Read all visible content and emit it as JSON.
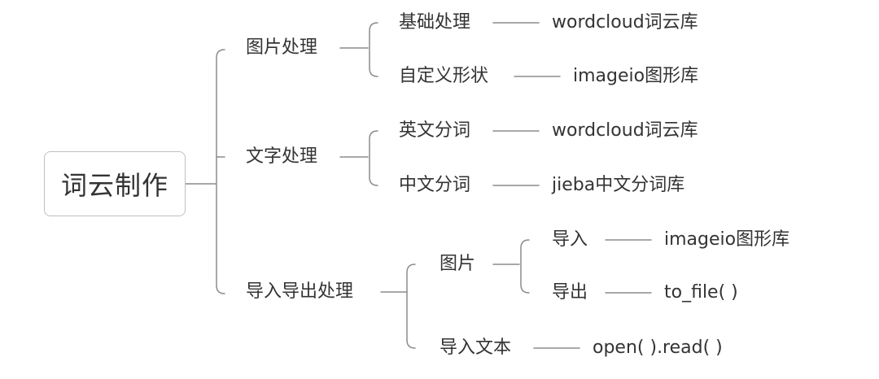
{
  "root": {
    "label": "词云制作"
  },
  "branches": [
    {
      "label": "图片处理",
      "children": [
        {
          "label": "基础处理",
          "leaf": "wordcloud词云库"
        },
        {
          "label": "自定义形状",
          "leaf": "imageio图形库"
        }
      ]
    },
    {
      "label": "文字处理",
      "children": [
        {
          "label": "英文分词",
          "leaf": "wordcloud词云库"
        },
        {
          "label": "中文分词",
          "leaf": "jieba中文分词库"
        }
      ]
    },
    {
      "label": "导入导出处理",
      "children": [
        {
          "label": "图片",
          "children": [
            {
              "label": "导入",
              "leaf": "imageio图形库"
            },
            {
              "label": "导出",
              "leaf": "to_file( )"
            }
          ]
        },
        {
          "label": "导入文本",
          "leaf": "open( ).read( )"
        }
      ]
    }
  ],
  "colors": {
    "line": "#8c8c8c",
    "text": "#333333",
    "border": "#bfbfbf"
  }
}
